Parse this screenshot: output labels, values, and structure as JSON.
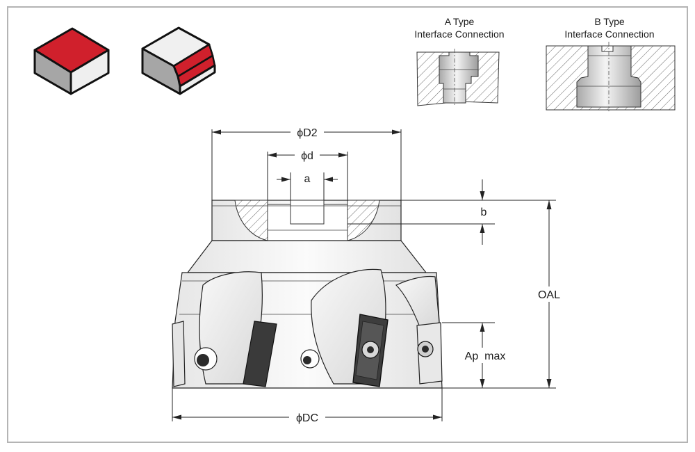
{
  "interface_types": {
    "a": {
      "line1": "A Type",
      "line2": "Interface Connection"
    },
    "b": {
      "line1": "B Type",
      "line2": "Interface Connection"
    }
  },
  "dimensions": {
    "d2": "ϕD2",
    "d": "ϕd",
    "a": "a",
    "b": "b",
    "oal": "OAL",
    "ap_max": "Ap  max",
    "dc": "ϕDC"
  },
  "colors": {
    "accent_red": "#d0202c",
    "frame_border": "#b4b4b4",
    "steel_light": "#f1f1f1",
    "steel_mid": "#d2d2d2",
    "steel_dark": "#9a9a9a"
  }
}
